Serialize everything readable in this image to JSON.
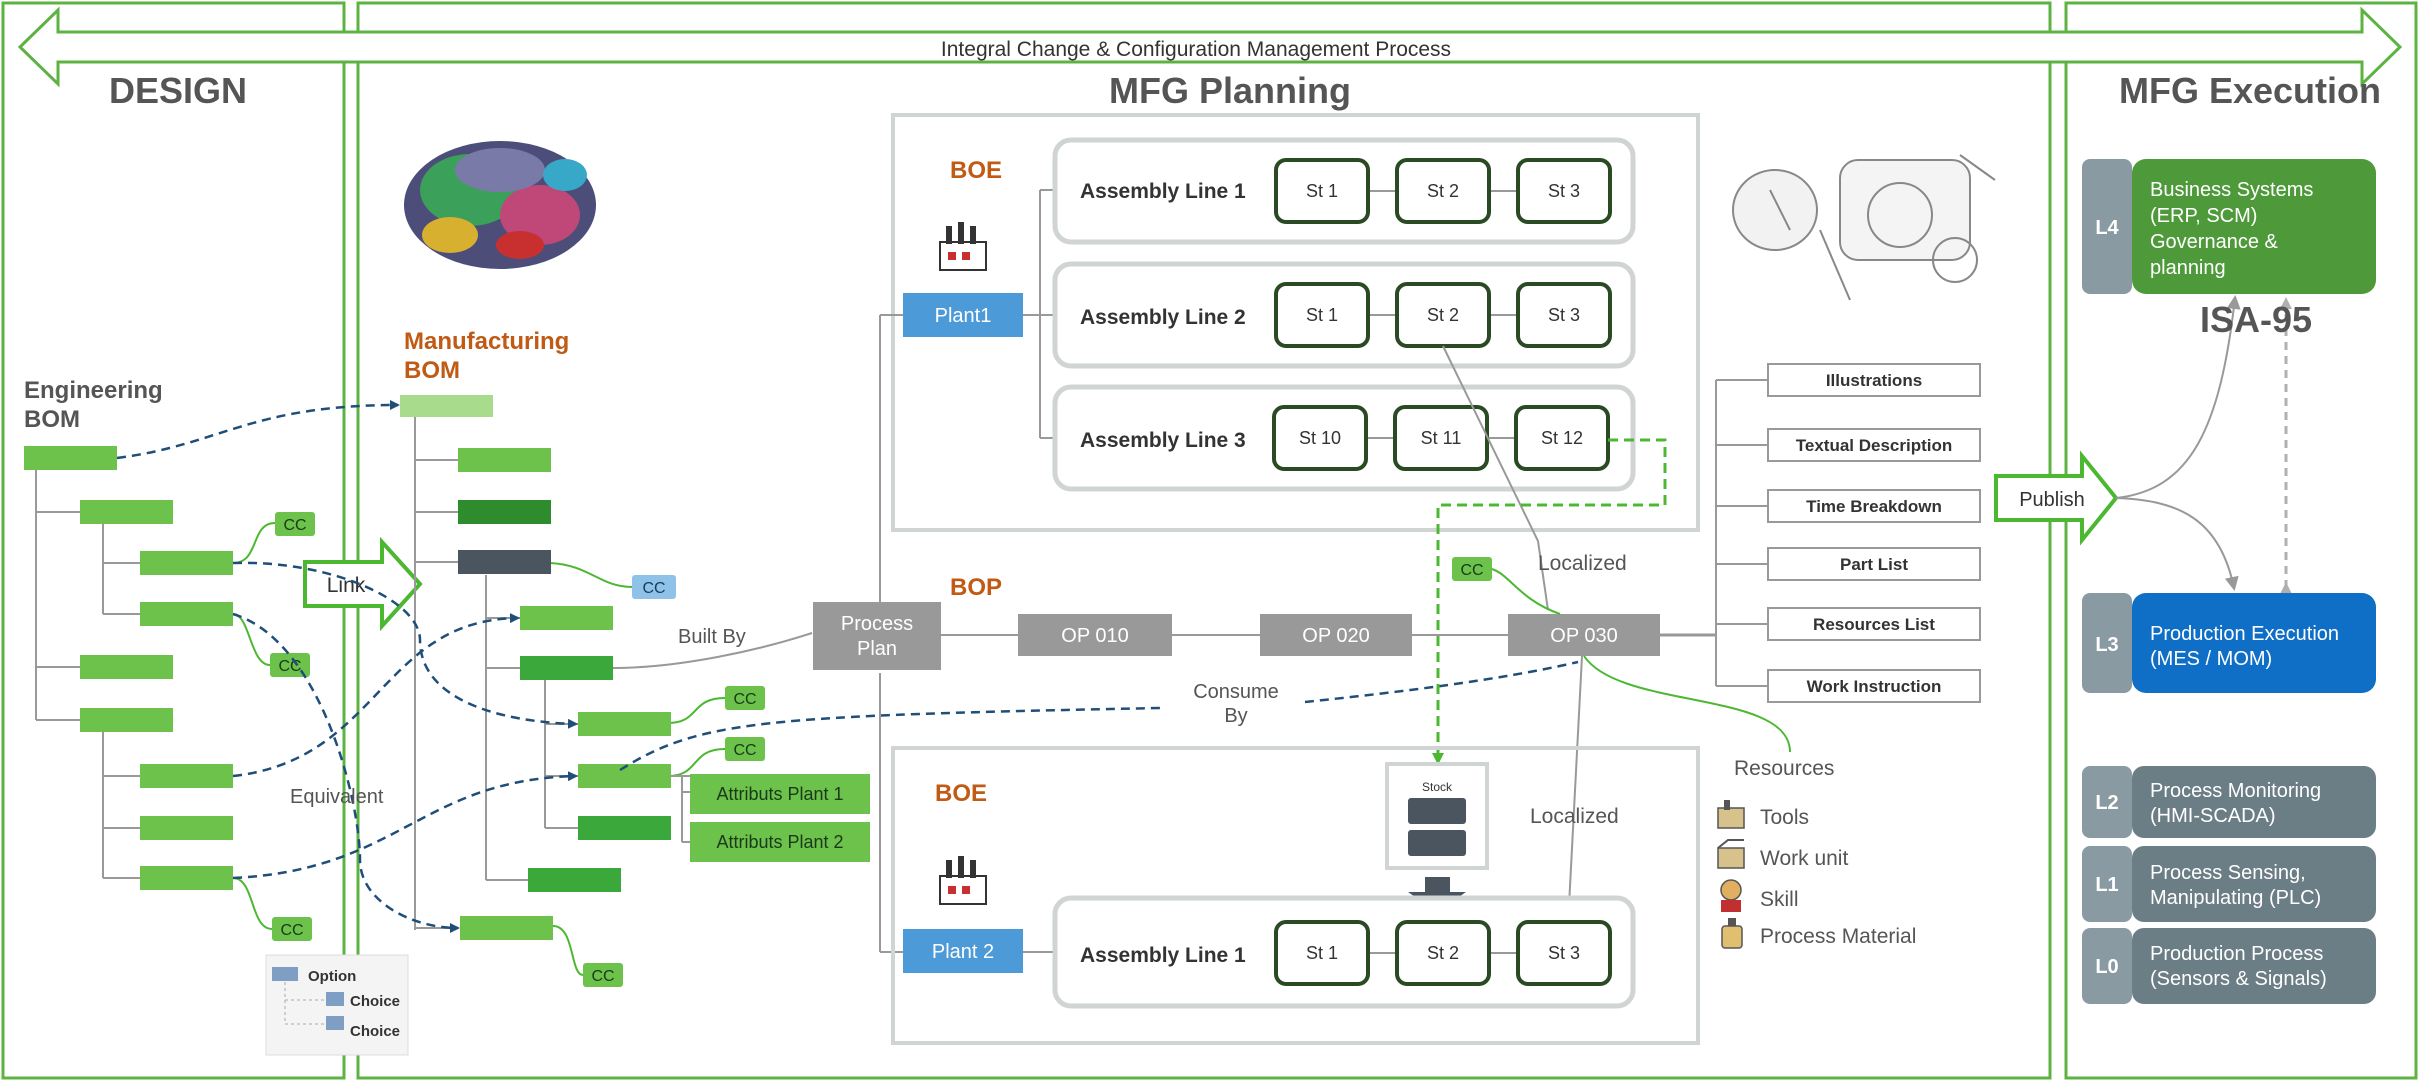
{
  "banner": {
    "title": "Integral Change & Configuration Management Process"
  },
  "sections": {
    "design": "DESIGN",
    "planning": "MFG Planning",
    "execution": "MFG Execution"
  },
  "ebom": {
    "title_line1": "Engineering",
    "title_line2": "BOM"
  },
  "mbom": {
    "title_line1": "Manufacturing",
    "title_line2": "BOM"
  },
  "labels": {
    "link": "Link",
    "cc": "CC",
    "built_by": "Built By",
    "equivalent": "Equivalent",
    "consume_line1": "Consume",
    "consume_line2": "By",
    "localized": "Localized",
    "resources": "Resources",
    "publish": "Publish",
    "isa": "ISA-95",
    "stock": "Stock"
  },
  "attributes": [
    "Attributs Plant 1",
    "Attributs Plant 2"
  ],
  "option_card": {
    "option": "Option",
    "choice": "Choice"
  },
  "boe": {
    "title": "BOE"
  },
  "bop": {
    "title": "BOP"
  },
  "plants": [
    "Plant1",
    "Plant 2"
  ],
  "assembly_lines_top": [
    {
      "label": "Assembly Line 1",
      "stations": [
        "St 1",
        "St 2",
        "St 3"
      ]
    },
    {
      "label": "Assembly Line 2",
      "stations": [
        "St 1",
        "St 2",
        "St 3"
      ]
    },
    {
      "label": "Assembly Line 3",
      "stations": [
        "St 10",
        "St 11",
        "St 12"
      ]
    }
  ],
  "assembly_line_bottom": {
    "label": "Assembly Line 1",
    "stations": [
      "St 1",
      "St 2",
      "St 3"
    ]
  },
  "process_plan": {
    "line1": "Process",
    "line2": "Plan"
  },
  "operations": [
    "OP 010",
    "OP 020",
    "OP 030"
  ],
  "outputs": [
    "Illustrations",
    "Textual Description",
    "Time Breakdown",
    "Part List",
    "Resources List",
    "Work Instruction"
  ],
  "resources_list": [
    {
      "icon": "tools-icon",
      "label": "Tools"
    },
    {
      "icon": "work-unit-icon",
      "label": "Work unit"
    },
    {
      "icon": "skill-icon",
      "label": "Skill"
    },
    {
      "icon": "process-material-icon",
      "label": "Process Material"
    }
  ],
  "levels": [
    {
      "level": "L4",
      "lines": [
        "Business Systems",
        "(ERP, SCM)",
        "Governance &",
        "planning"
      ],
      "color": "#4e9a3a"
    },
    {
      "level": "L3",
      "lines": [
        "Production Execution",
        "(MES / MOM)"
      ],
      "color": "#0f6fc6"
    },
    {
      "level": "L2",
      "lines": [
        "Process Monitoring",
        "(HMI-SCADA)"
      ],
      "color": "#6b7d85"
    },
    {
      "level": "L1",
      "lines": [
        "Process Sensing,",
        "Manipulating (PLC)"
      ],
      "color": "#6b7d85"
    },
    {
      "level": "L0",
      "lines": [
        "Production Process",
        "(Sensors & Signals)"
      ],
      "color": "#6b7d85"
    }
  ],
  "colors": {
    "frame_green": "#5cb342",
    "bom_green": "#6cc24a",
    "dark_green": "#2e8b2e",
    "mid_green": "#3aa83a",
    "light_green": "#a8dc8c",
    "slate": "#4a5560",
    "orange": "#c05a14",
    "plant_blue": "#4d9ad8",
    "cc_blue": "#8ec2e8",
    "op_grey": "#999999",
    "station_border": "#2a4a24",
    "level_tab": "#8a9aa3",
    "link_blue": "#1f4e79"
  }
}
